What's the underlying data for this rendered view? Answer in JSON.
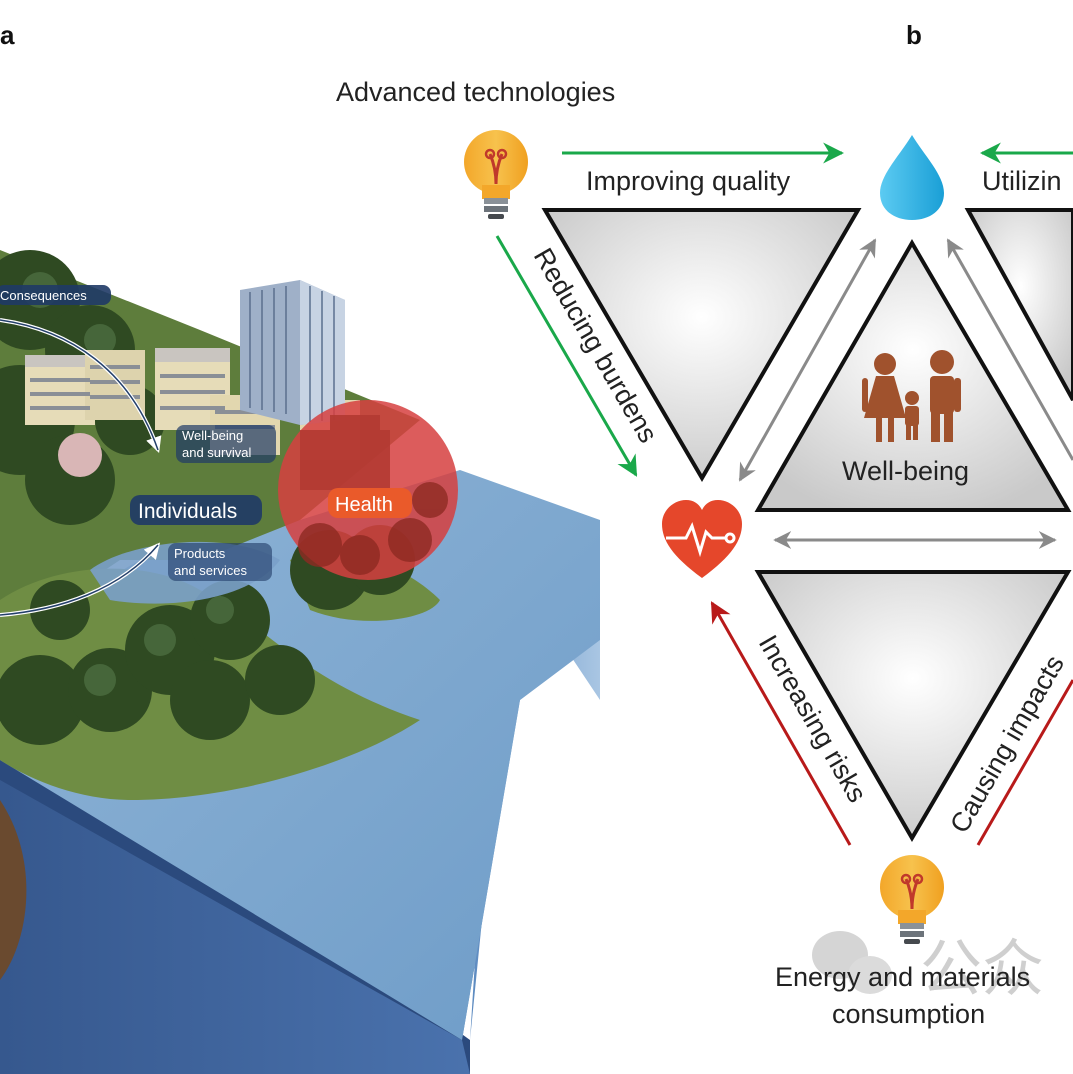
{
  "panel_a": {
    "label": "a",
    "callouts": {
      "consequences": "Consequences",
      "wellbeing_line1": "Well-being",
      "wellbeing_line2": "and survival",
      "individuals": "Individuals",
      "products_line1": "Products",
      "products_line2": "and services",
      "health": "Health"
    }
  },
  "panel_b": {
    "label": "b",
    "top_node": "Advanced technologies",
    "bottom_node_line1": "Energy and materials",
    "bottom_node_line2": "consumption",
    "center": "Well-being",
    "edges": {
      "improving_quality": "Improving quality",
      "utilizing": "Utilizin",
      "reducing_burdens": "Reducing burdens",
      "increasing_risks": "Increasing risks",
      "causing_impacts": "Causing impacts"
    },
    "icons": [
      "lightbulb-icon",
      "water-drop-icon",
      "family-icon",
      "heart-pulse-icon"
    ],
    "colors": {
      "green_arrow": "#1aa84a",
      "red_arrow": "#b81a1a",
      "grey_arrow": "#8a8a8a",
      "bulb": "#f6b73c",
      "drop": "#2bb3e6",
      "heart": "#e5472b",
      "family": "#a0522d"
    }
  },
  "watermark": "公众"
}
